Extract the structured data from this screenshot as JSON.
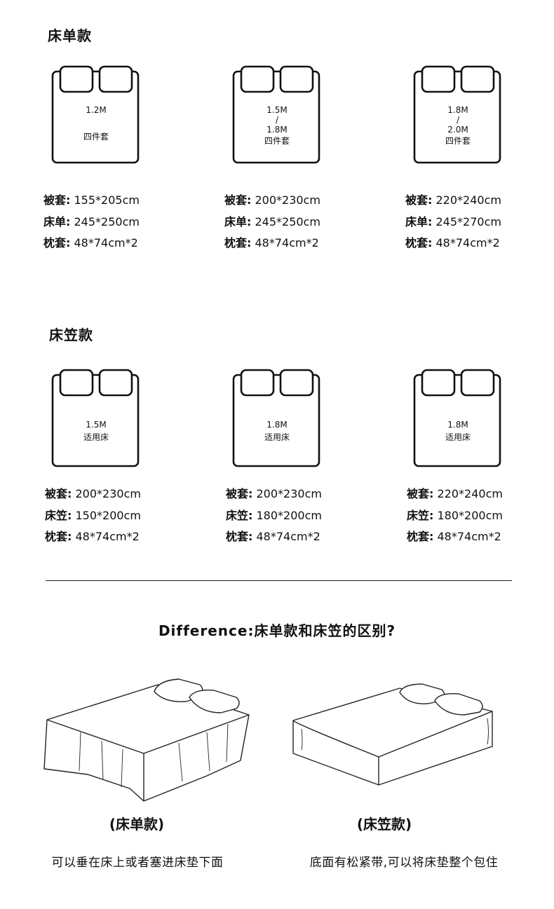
{
  "sheet": {
    "title": "床单款",
    "beds": [
      {
        "label_lines": [
          "1.2M",
          "",
          "四件套"
        ],
        "specs": [
          {
            "k": "被套:",
            "v": "155*205cm"
          },
          {
            "k": "床单:",
            "v": "245*250cm"
          },
          {
            "k": "枕套:",
            "v": "48*74cm*2"
          }
        ]
      },
      {
        "label_lines": [
          "1.5M",
          "/",
          "1.8M",
          "四件套"
        ],
        "specs": [
          {
            "k": "被套:",
            "v": "200*230cm"
          },
          {
            "k": "床单:",
            "v": "245*250cm"
          },
          {
            "k": "枕套:",
            "v": "48*74cm*2"
          }
        ]
      },
      {
        "label_lines": [
          "1.8M",
          "/",
          "2.0M",
          "四件套"
        ],
        "specs": [
          {
            "k": "被套:",
            "v": "220*240cm"
          },
          {
            "k": "床单:",
            "v": "245*270cm"
          },
          {
            "k": "枕套:",
            "v": "48*74cm*2"
          }
        ]
      }
    ]
  },
  "fitted": {
    "title": "床笠款",
    "beds": [
      {
        "label_lines": [
          "1.5M",
          "适用床"
        ],
        "specs": [
          {
            "k": "被套:",
            "v": "200*230cm"
          },
          {
            "k": "床笠:",
            "v": "150*200cm"
          },
          {
            "k": "枕套:",
            "v": "48*74cm*2"
          }
        ]
      },
      {
        "label_lines": [
          "1.8M",
          "适用床"
        ],
        "specs": [
          {
            "k": "被套:",
            "v": "200*230cm"
          },
          {
            "k": "床笠:",
            "v": "180*200cm"
          },
          {
            "k": "枕套:",
            "v": "48*74cm*2"
          }
        ]
      },
      {
        "label_lines": [
          "1.8M",
          "适用床"
        ],
        "specs": [
          {
            "k": "被套:",
            "v": "220*240cm"
          },
          {
            "k": "床笠:",
            "v": "180*200cm"
          },
          {
            "k": "枕套:",
            "v": "48*74cm*2"
          }
        ]
      }
    ]
  },
  "difference": {
    "title": "Difference:床单款和床笠的区别?",
    "items": [
      {
        "caption": "(床单款)",
        "description": "可以垂在床上或者塞进床垫下面"
      },
      {
        "caption": "(床笠款)",
        "description": "底面有松紧带,可以将床垫整个包住"
      }
    ]
  }
}
